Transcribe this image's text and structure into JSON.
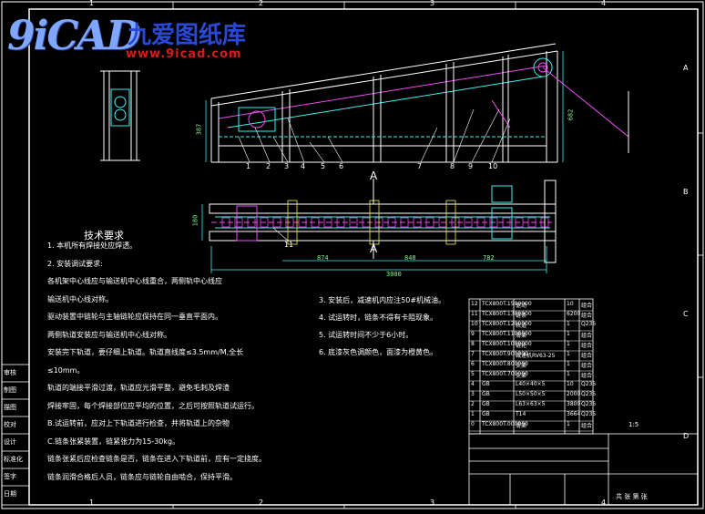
{
  "logo": {
    "mark": "9iCAD",
    "name_cn": "九爱图纸库",
    "url": "www.9icad.com"
  },
  "grid": {
    "top": [
      "1",
      "2",
      "3",
      "4"
    ],
    "right": [
      "A",
      "B",
      "C",
      "D"
    ]
  },
  "dimensions": {
    "height_left": "387",
    "height_right": "682",
    "width_small": "180",
    "seg1": "874",
    "seg2": "848",
    "seg3": "782",
    "overall": "3000"
  },
  "section_marks": [
    "A",
    "A"
  ],
  "balloons": [
    "1",
    "2",
    "3",
    "4",
    "5",
    "6",
    "7",
    "8",
    "9",
    "10",
    "11"
  ],
  "requirements": {
    "title": "技术要求",
    "items": [
      "1.   本机所有焊接处应焊透。",
      "2.   安装调试要求:",
      "       各机架中心线应与输送机中心线重合，两侧轨中心线应",
      "       输送机中心线对称。",
      "       驱动装置中链轮与主轴链轮应保持在同一垂直平面内。",
      "       两侧轨道安装应与输送机中心线对称。",
      "       安装完下轨道，要仔细上轨道。轨道直线度≤3.5mm/M,全长",
      "       ≤10mm。",
      "       轨道的端接平滑过渡，轨道应光滑平整，避免毛刺及焊渣",
      "       焊接牢固，每个焊接部位应平均的位置，之后可按照轨道试运行。",
      "  B.试运转前，应对上下轨道进行检查，并将轨道上的杂物",
      "  C.链条张紧装置，链紧张力为15-30kg。",
      "       链条张紧后应检查链条是否，链条在进入下轨道前，应有一定挠度。",
      "       链条润滑合格后人员，链条应与链轮自由啮合，保持平滑。"
    ],
    "items2": [
      "3.   安装后，减速机内应注50#机械油。",
      "4.   试运转时，链条不得有卡阻现象。",
      "5.   试运转时间不少于6小时。",
      "6.   底漆灰色调颜色，面漆为橙黄色。"
    ]
  },
  "bom": {
    "rows": [
      [
        "12",
        "TCX800T.1500000",
        "驱动",
        "10",
        "组合"
      ],
      [
        "11",
        "TCX800T.1300000",
        "链条",
        "6200",
        "组合"
      ],
      [
        "10",
        "TCX800T.1200000",
        "轨道",
        "1",
        "Q235"
      ],
      [
        "9",
        "TCX800T.1100000",
        "滑架",
        "1",
        "组合"
      ],
      [
        "8",
        "TCX800T.1000000",
        "链轮",
        "1",
        "组合"
      ],
      [
        "7",
        "TCX800T.900000",
        "减速机RV63-25",
        "1",
        "组合"
      ],
      [
        "6",
        "TCX800T.800000",
        "支架",
        "1",
        "组合"
      ],
      [
        "5",
        "TCX800T.700000",
        "支架",
        "1",
        "组合"
      ],
      [
        "4",
        "GB",
        "L40×40×5",
        "10",
        "Q235"
      ],
      [
        "3",
        "GB",
        "L50×50×5",
        "2000",
        "Q235"
      ],
      [
        "2",
        "GB",
        "L63×63×5",
        "3800",
        "Q235"
      ],
      [
        "1",
        "GB",
        "T14",
        "3664",
        "Q235"
      ],
      [
        "0",
        "TCX800T.000000",
        "滑架",
        "1",
        "组合"
      ]
    ]
  },
  "left_stamps": [
    "审核",
    "制图",
    "描图",
    "校对",
    "设计",
    "标准化",
    "签字",
    "日期"
  ],
  "titleblock": {
    "scale": "1:5",
    "sheet": "共 张 第 张"
  }
}
